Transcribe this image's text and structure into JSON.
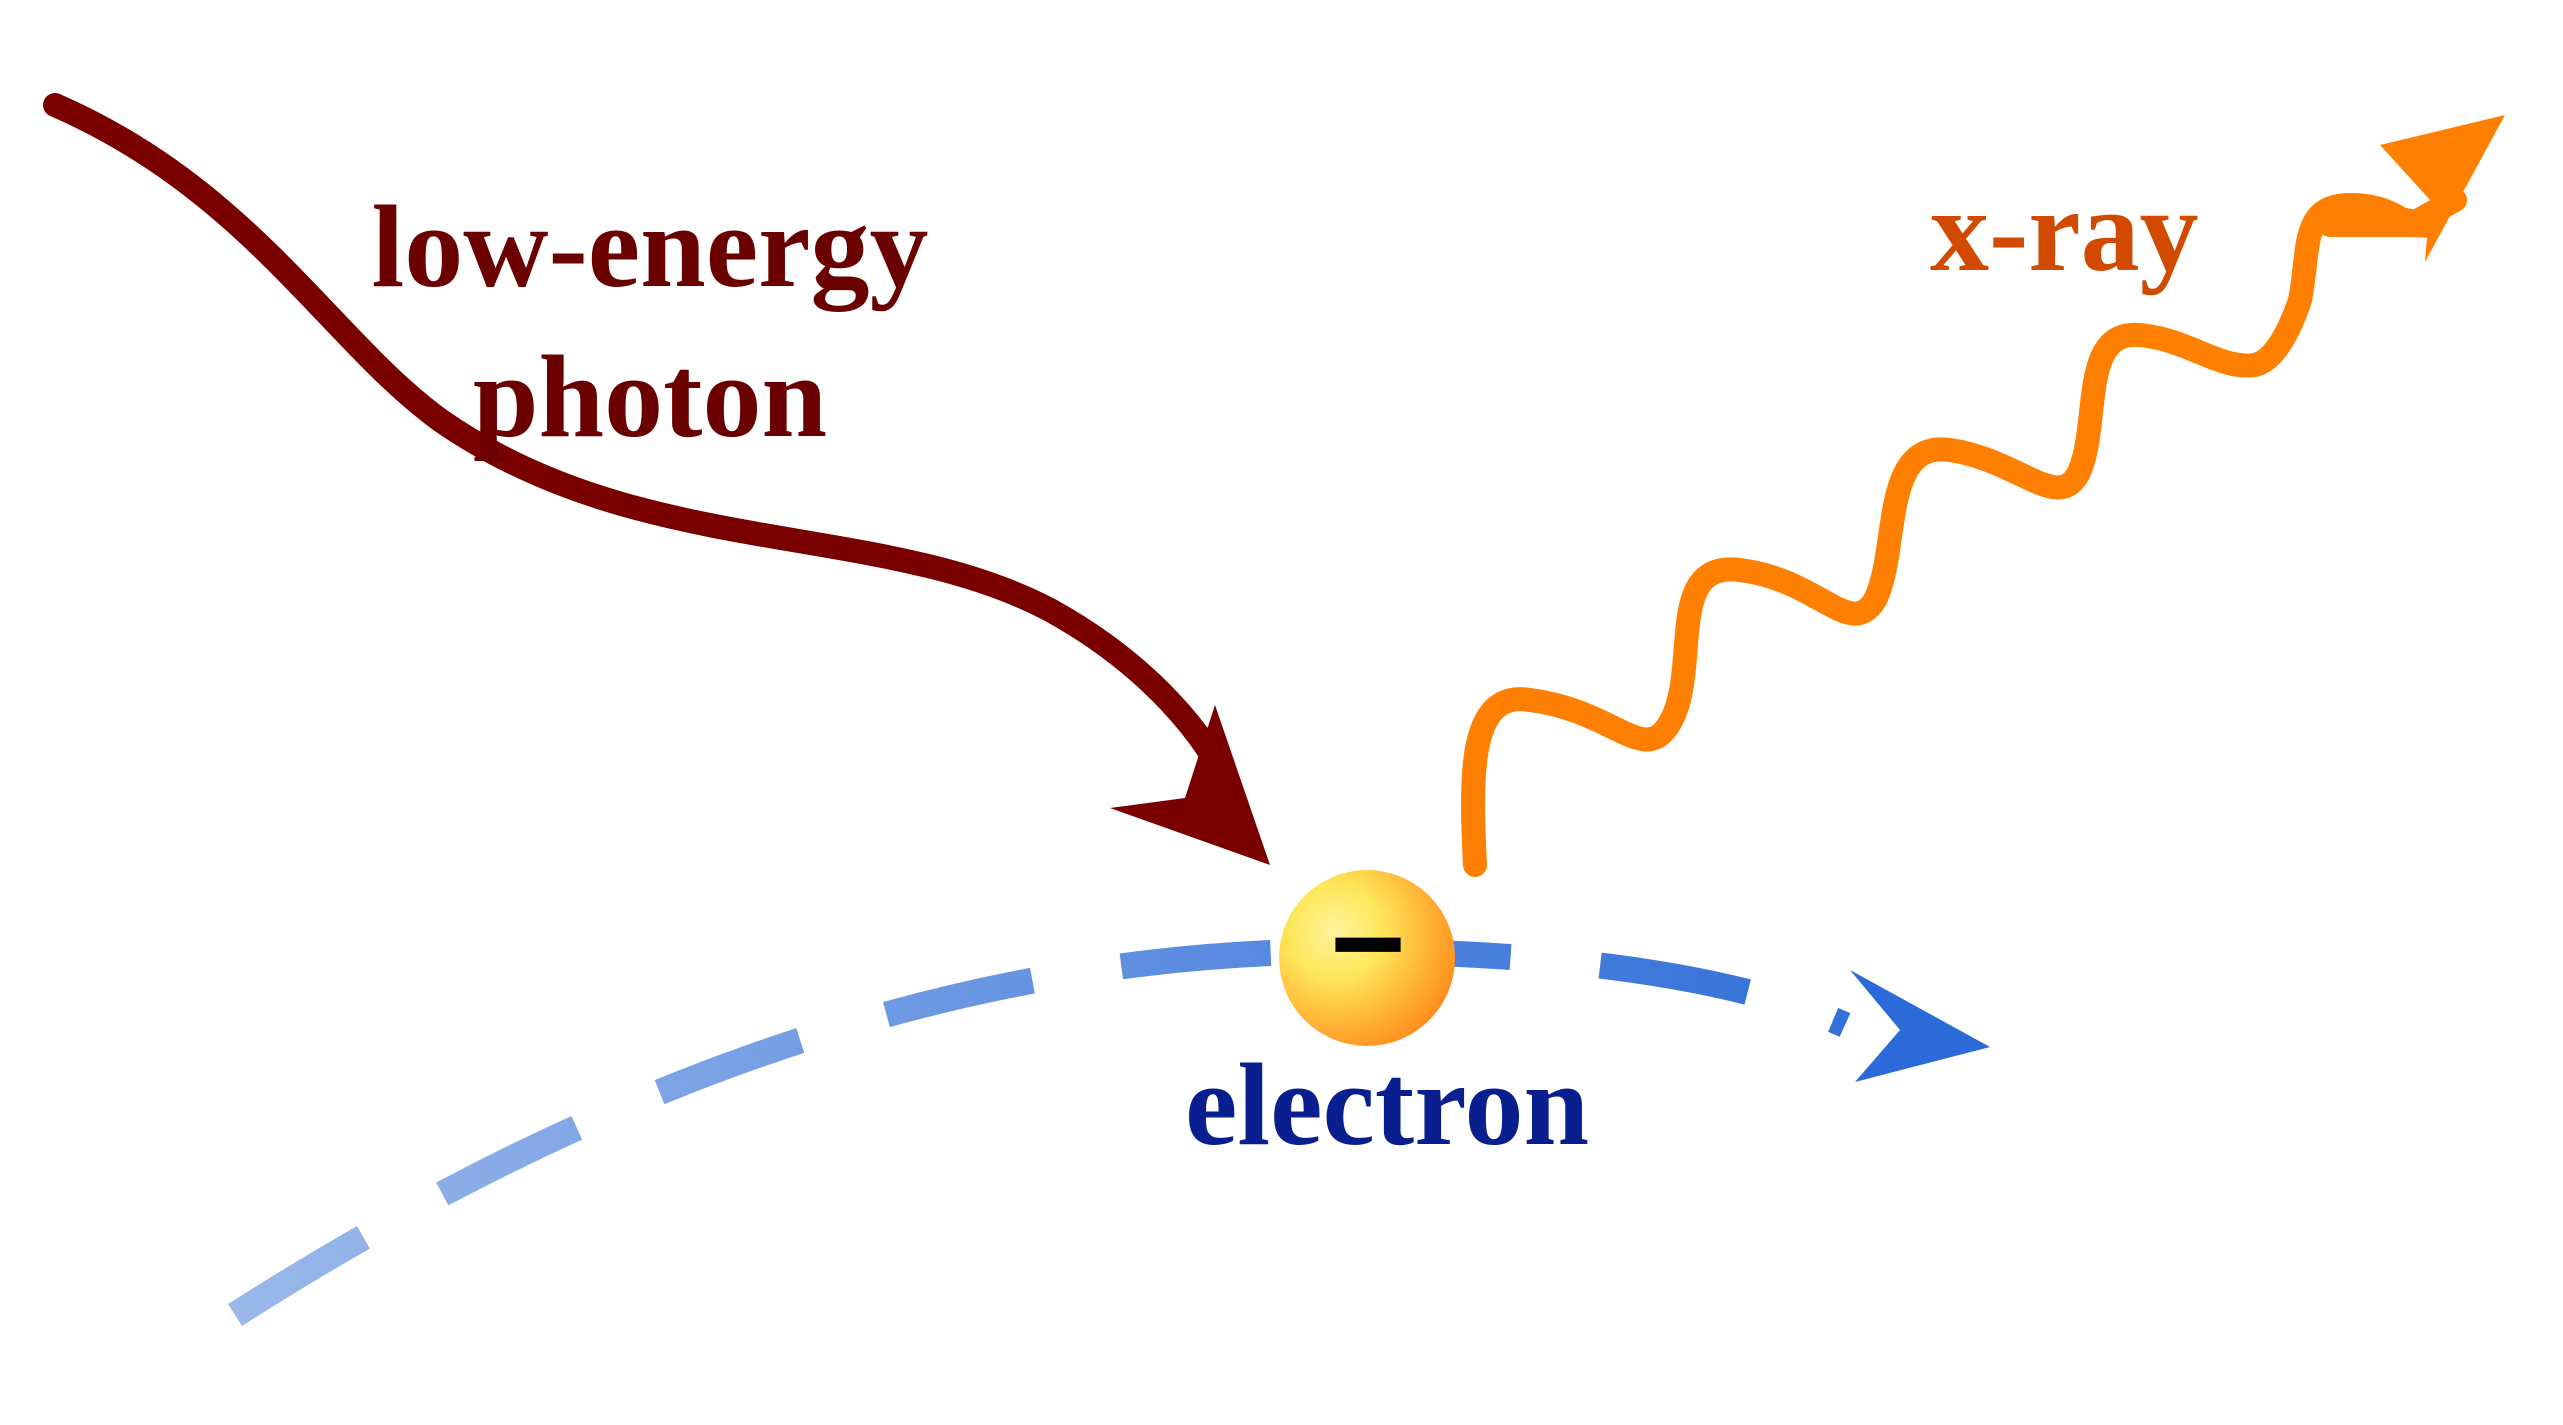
{
  "labels": {
    "photon_line1": "low-energy",
    "photon_line2": "photon",
    "xray": "x-ray",
    "electron": "electron",
    "charge_sign": "−"
  },
  "colors": {
    "background": "#ffffff",
    "photon": "#7a0000",
    "photon_label": "#6b0000",
    "xray": "#ff8000",
    "xray_label": "#d24a00",
    "electron_label": "#0a1f8f",
    "electron_path_start": "#9ab8ea",
    "electron_path_end": "#2b6ad8",
    "electron_fill_light": "#ffe75a",
    "electron_fill_dark": "#ff8a1a",
    "charge_sign": "#000000"
  },
  "icons": {
    "photon_arrow": "curved-arrow-icon",
    "xray_arrow": "wavy-arrow-icon",
    "electron_path": "dashed-arrow-icon",
    "electron": "charged-particle-icon"
  }
}
